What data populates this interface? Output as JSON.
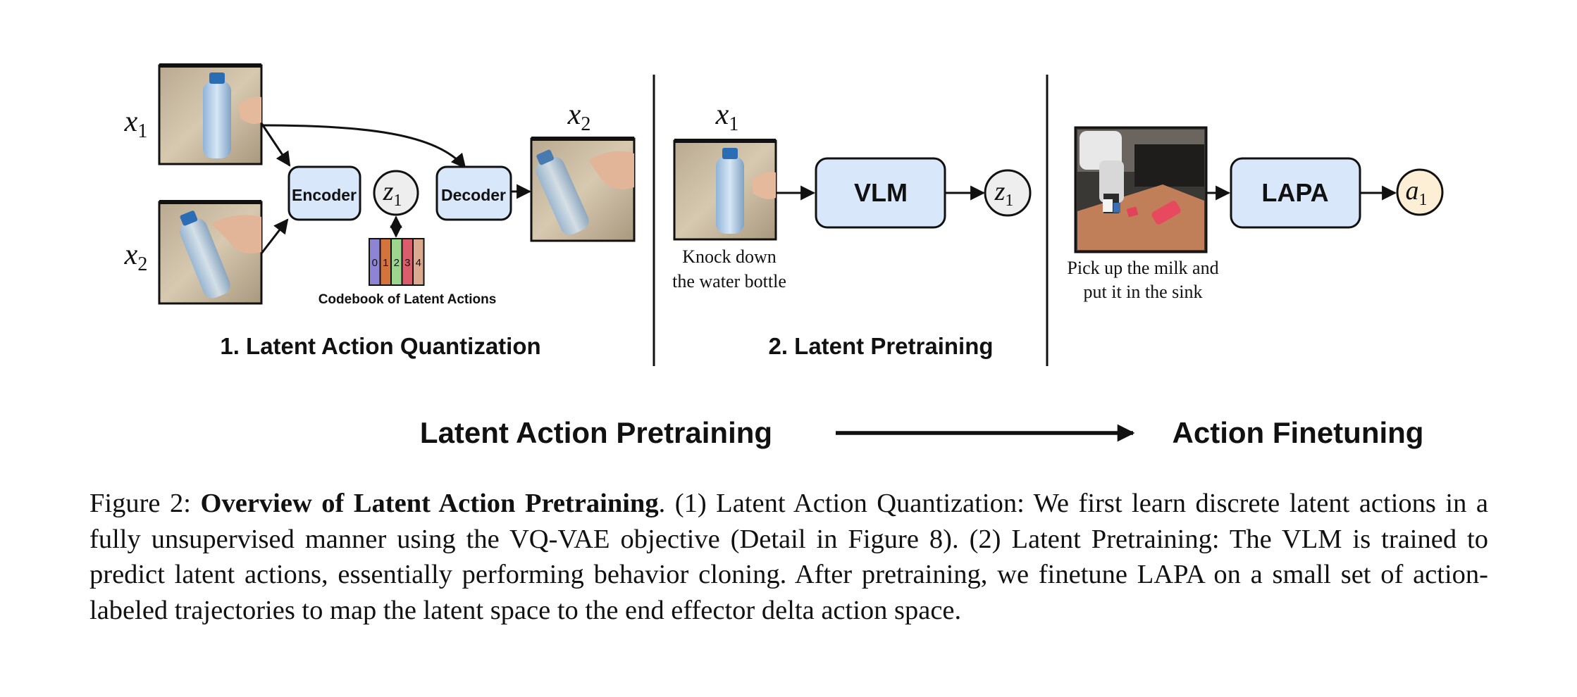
{
  "diagram": {
    "sections": [
      {
        "title": "1. Latent Action Quantization"
      },
      {
        "title": "2. Latent Pretraining"
      }
    ],
    "quantization": {
      "input_label_top": "x",
      "input_label_top_sub": "1",
      "input_label_bottom": "x",
      "input_label_bottom_sub": "2",
      "encoder_label": "Encoder",
      "decoder_label": "Decoder",
      "latent_label": "z",
      "latent_sub": "1",
      "output_label": "x",
      "output_sub": "2",
      "codebook_title": "Codebook of Latent Actions",
      "codebook_entries": [
        "0",
        "1",
        "2",
        "3",
        "4"
      ],
      "codebook_colors": [
        "#8d84d6",
        "#d4733a",
        "#9dd58f",
        "#d95d6a",
        "#dba98d"
      ]
    },
    "pretraining": {
      "input_label": "x",
      "input_sub": "1",
      "instruction_line1": "Knock down",
      "instruction_line2": "the water bottle",
      "model_label": "VLM",
      "output_label": "z",
      "output_sub": "1"
    },
    "finetuning": {
      "instruction_line1": "Pick up the milk and",
      "instruction_line2": "put it in the sink",
      "model_label": "LAPA",
      "output_label": "a",
      "output_sub": "1"
    },
    "flow": {
      "from_label": "Latent Action Pretraining",
      "to_label": "Action Finetuning"
    },
    "colors": {
      "box_fill": "#d9e7fb",
      "node_fill": "#eeeeee",
      "action_node_fill": "#fdefd5"
    }
  },
  "caption": {
    "prefix": "Figure 2: ",
    "bold": "Overview of Latent Action Pretraining",
    "text": ". (1) Latent Action Quantization: We first learn discrete latent actions in a fully unsupervised manner using the VQ-VAE objective (Detail in Figure 8). (2) Latent Pretraining: The VLM is trained to predict latent actions, essentially performing behavior cloning. After pretraining, we finetune LAPA on a small set of action-labeled trajectories to map the latent space to the end effector delta action space."
  }
}
